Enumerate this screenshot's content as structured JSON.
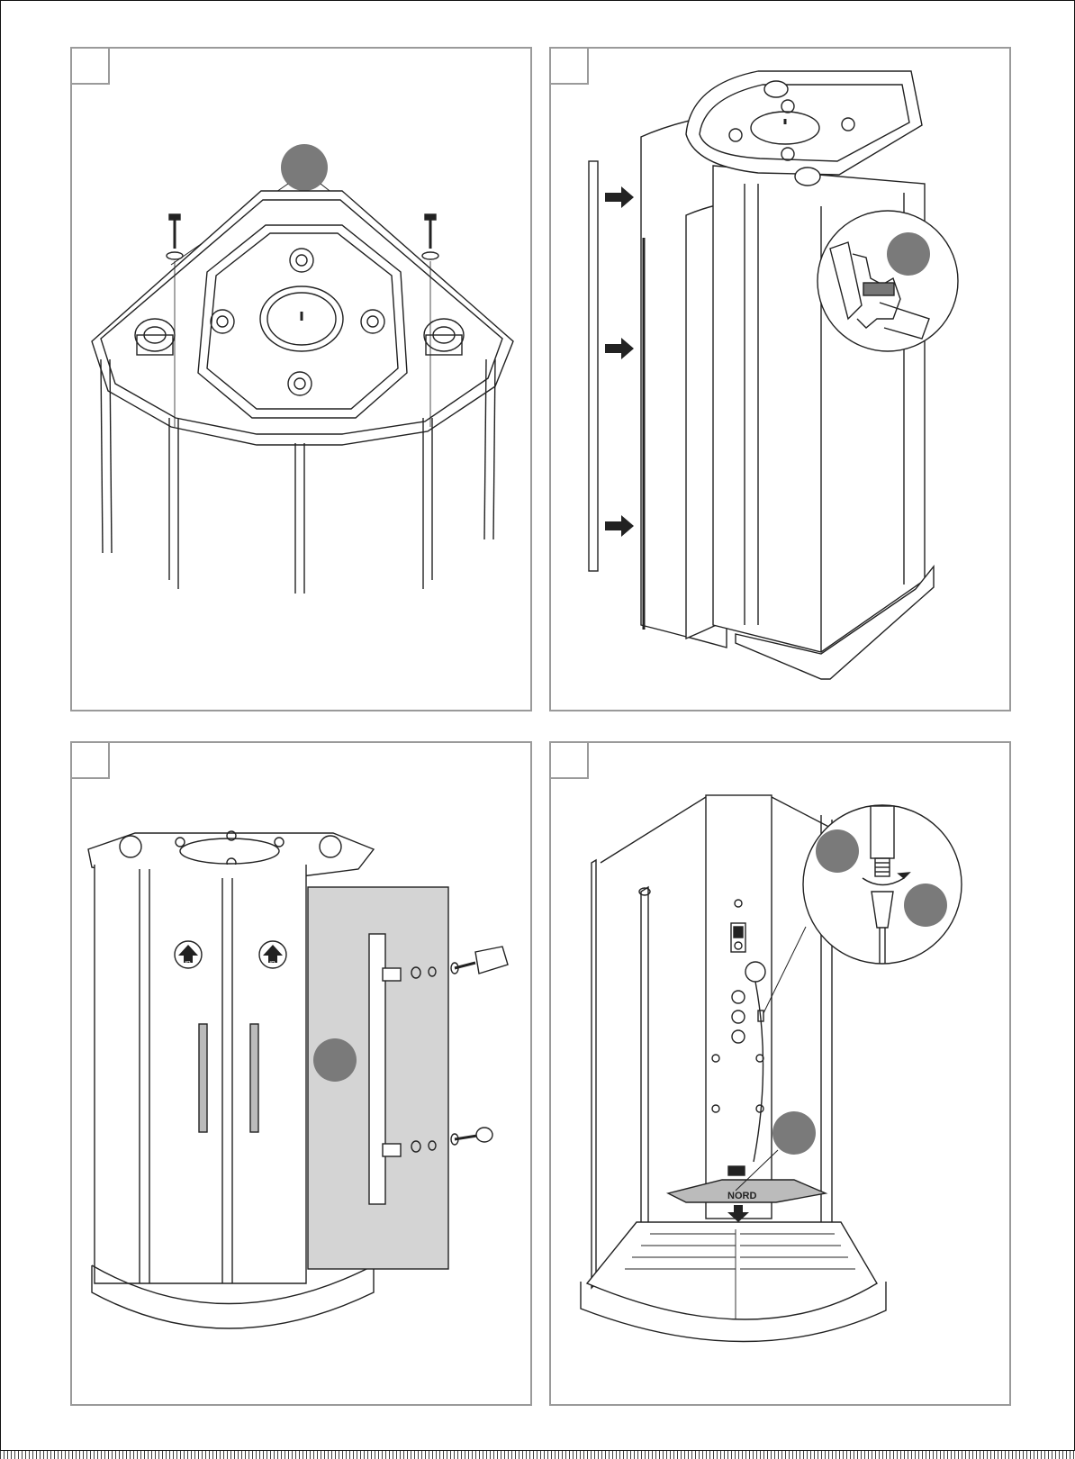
{
  "document": {
    "panels": [
      {
        "step_label": ""
      },
      {
        "step_label": ""
      },
      {
        "step_label": ""
      },
      {
        "step_label": ""
      }
    ],
    "panel3": {
      "up_label_left": "UP",
      "up_label_right": "UP"
    },
    "panel4": {
      "brand_label": "NORD"
    },
    "colors": {
      "callout_marker": "#7a7a7a",
      "highlight_panel": "#d4d4d4",
      "line": "#222222",
      "frame": "#9a9a9a"
    }
  }
}
